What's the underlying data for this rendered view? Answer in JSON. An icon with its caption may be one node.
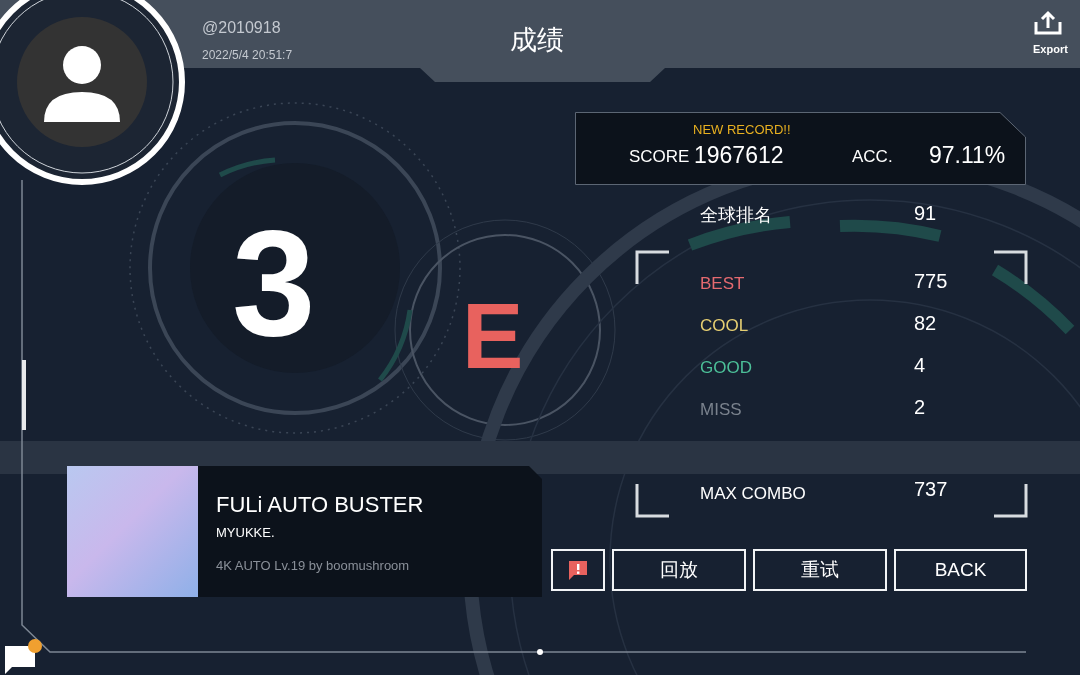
{
  "diagram": {
    "title": "成绩",
    "nodes": [
      {
        "text": [],
        "shape": "circle"
      },
      {
        "text": [
          "NEW RECORD!!",
          "SCORE",
          "1967612",
          "ACC.",
          "97.11%"
        ]
      },
      {
        "text": [
          "FULi AUTO BUSTER",
          "MYUKKE.",
          "4K AUTO Lv.19 by boomushroom"
        ]
      },
      {
        "text": [],
        "shape": "picture",
        "in": 2
      },
      {
        "text": [],
        "shape": "box"
      },
      {
        "text": [
          "回放"
        ]
      },
      {
        "text": [
          "重试"
        ]
      },
      {
        "text": [
          "BACK"
        ]
      }
    ],
    "labels": [
      "@2010918",
      "2022/5/4 20:51:7",
      "Export",
      "3",
      "E",
      "全球排名",
      "91",
      "BEST",
      "775",
      "COOL",
      "82",
      "GOOD",
      "4",
      "MISS",
      "2",
      "MAX COMBO",
      "737"
    ]
  }
}
